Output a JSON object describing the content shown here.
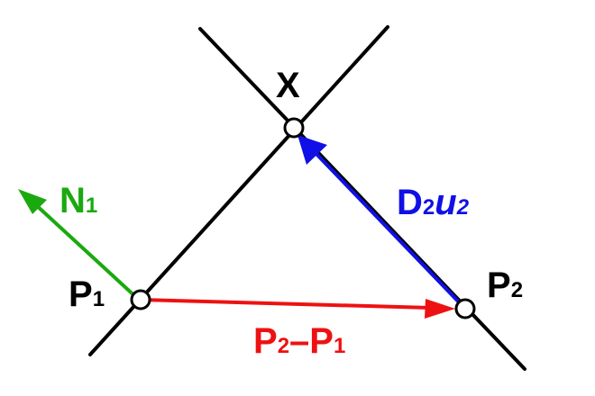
{
  "diagram": {
    "labels": {
      "x": "X",
      "p1_main": "P",
      "p1_sub": "1",
      "p2_main": "P",
      "p2_sub": "2",
      "n1_main": "N",
      "n1_sub": "1",
      "d2u2_d": "D",
      "d2u2_d_sub": "2",
      "d2u2_u": "u",
      "d2u2_u_sub": "2",
      "p2p1_p_a": "P",
      "p2p1_sub_a": "2",
      "p2p1_dash": "–",
      "p2p1_p_b": "P",
      "p2p1_sub_b": "1"
    },
    "colors": {
      "line": "#000000",
      "normal_n1": "#1aa90f",
      "direction_d2u2": "#1010e6",
      "difference_p2p1": "#ee1111",
      "point_fill": "#ffffff"
    }
  }
}
